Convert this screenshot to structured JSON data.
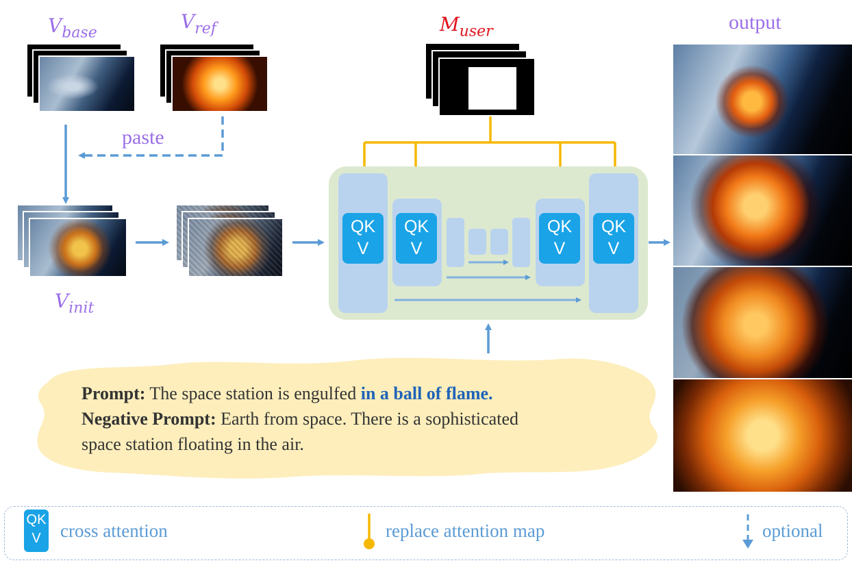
{
  "labels": {
    "v_base": {
      "main": "V",
      "sub": "base"
    },
    "v_ref": {
      "main": "V",
      "sub": "ref"
    },
    "v_init": {
      "main": "V",
      "sub": "init"
    },
    "m_user": {
      "main": "M",
      "sub": "user"
    },
    "paste": "paste",
    "output": "output"
  },
  "qkv_block": {
    "line1": "QK",
    "line2": "V"
  },
  "prompt": {
    "prompt_label": "Prompt:",
    "prompt_text": "The space station is engulfed",
    "prompt_highlight": "in a ball of flame.",
    "negative_label": "Negative Prompt:",
    "negative_text_line1": "Earth from space. There is a sophisticated",
    "negative_text_line2": "space station floating in the air."
  },
  "legend": {
    "qkv_line1": "QK",
    "qkv_line2": "V",
    "cross_attention": "cross attention",
    "replace_attention_map": "replace attention map",
    "optional": "optional"
  },
  "colors": {
    "purple_label": "#9b6fe8",
    "red_label": "#e0141c",
    "blue_arrow": "#5b9bd5",
    "orange_line": "#f5b800",
    "qkv_blue": "#1aa3e6",
    "unet_green": "#dde9cf",
    "prompt_bg": "#fdeebc",
    "highlight_blue": "#1f63b8"
  }
}
